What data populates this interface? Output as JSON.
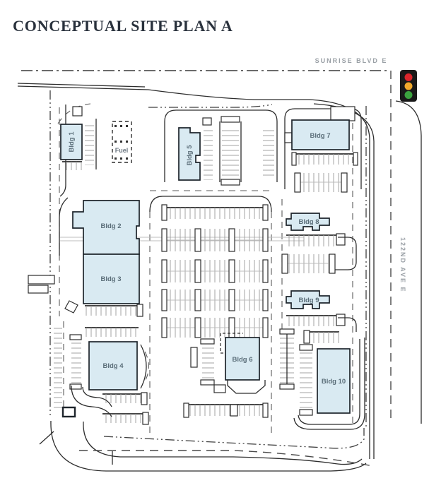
{
  "title": "CONCEPTUAL SITE PLAN A",
  "streets": {
    "top": "SUNRISE BLVD E",
    "right": "122ND AVE E"
  },
  "fuel": {
    "label": "Fuel"
  },
  "buildings": [
    {
      "id": 1,
      "label": "Bldg 1"
    },
    {
      "id": 2,
      "label": "Bldg 2"
    },
    {
      "id": 3,
      "label": "Bldg 3"
    },
    {
      "id": 4,
      "label": "Bldg 4"
    },
    {
      "id": 5,
      "label": "Bldg 5"
    },
    {
      "id": 6,
      "label": "Bldg 6"
    },
    {
      "id": 7,
      "label": "Bldg 7"
    },
    {
      "id": 8,
      "label": "Bldg 8"
    },
    {
      "id": 9,
      "label": "Bldg 9"
    },
    {
      "id": 10,
      "label": "Bldg 10"
    }
  ],
  "colors": {
    "building_fill": "#d9eaf2",
    "building_stroke": "#1d242b",
    "plan_line": "#2d2d2d",
    "stall_line": "#a3a3a3",
    "street_label": "#9aa0a6",
    "building_label": "#5b6e79",
    "title_text": "#29313c",
    "signal_red": "#d9252b",
    "signal_amber": "#f0a92d",
    "signal_green": "#3ba33f"
  }
}
